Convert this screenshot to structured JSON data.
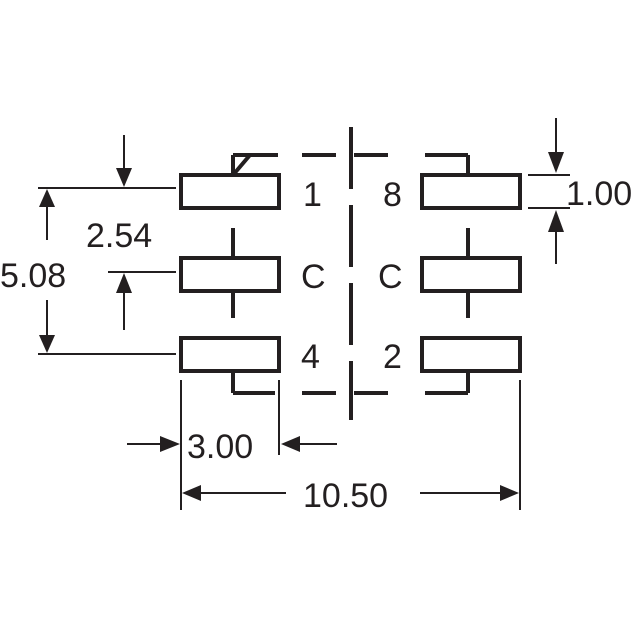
{
  "diagram": {
    "stroke_color": "#231f20",
    "background": "#ffffff",
    "dimensions": {
      "pin_pitch": "2.54",
      "row_span": "5.08",
      "pad_length": "3.00",
      "overall_width": "10.50",
      "pad_width": "1.00"
    },
    "pin_labels": {
      "left_top": "1",
      "left_mid": "C",
      "left_bottom": "4",
      "right_top": "8",
      "right_mid": "C",
      "right_bottom": "2"
    }
  }
}
